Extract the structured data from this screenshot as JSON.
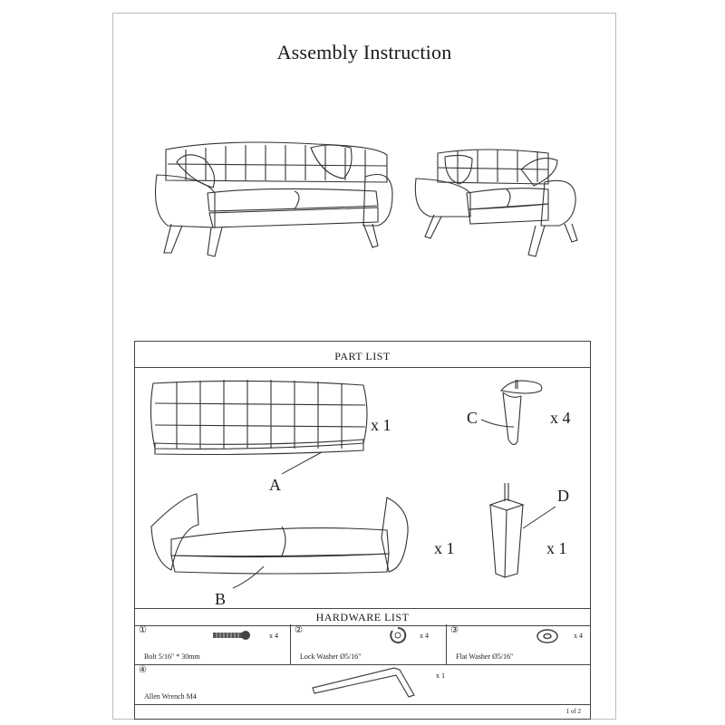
{
  "document": {
    "title": "Assembly Instruction",
    "page_number": "1 of 2"
  },
  "part_list": {
    "heading": "PART LIST",
    "parts": [
      {
        "letter": "A",
        "qty": "x 1"
      },
      {
        "letter": "B",
        "qty": "x 1"
      },
      {
        "letter": "C",
        "qty": "x 4"
      },
      {
        "letter": "D",
        "qty": "x 1"
      }
    ]
  },
  "hardware_list": {
    "heading": "HARDWARE LIST",
    "items": [
      {
        "num": "①",
        "name": "Bolt 5/16\" * 30mm",
        "qty": "x 4",
        "icon": "bolt-icon"
      },
      {
        "num": "②",
        "name": "Lock Washer  Ø5/16\"",
        "qty": "x 4",
        "icon": "lock-washer-icon"
      },
      {
        "num": "③",
        "name": "Flat Washer  Ø5/16\"",
        "qty": "x 4",
        "icon": "flat-washer-icon"
      },
      {
        "num": "④",
        "name": "Allen Wrench M4",
        "qty": "x 1",
        "icon": "allen-wrench-icon"
      }
    ]
  }
}
